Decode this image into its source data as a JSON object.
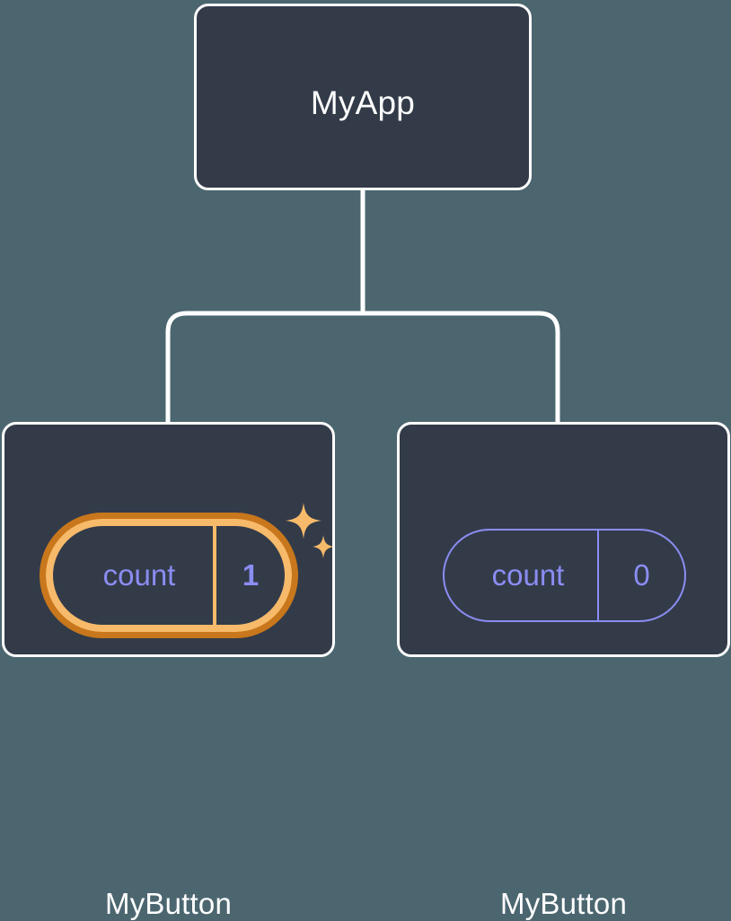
{
  "diagram": {
    "type": "component-tree",
    "background_color": "#4c6670",
    "node_fill_color": "#333b49",
    "node_border_color": "#ffffff",
    "connector_color": "#ffffff",
    "state_color": "#8b8df3",
    "highlight_outer_color": "#c8771c",
    "highlight_inner_color": "#f7ba6a",
    "root": {
      "title": "MyApp"
    },
    "children": [
      {
        "title": "MyButton",
        "state": {
          "key": "count",
          "value": "1"
        },
        "highlighted": true,
        "sparkle_count": 2
      },
      {
        "title": "MyButton",
        "state": {
          "key": "count",
          "value": "0"
        },
        "highlighted": false,
        "sparkle_count": 0
      }
    ]
  }
}
